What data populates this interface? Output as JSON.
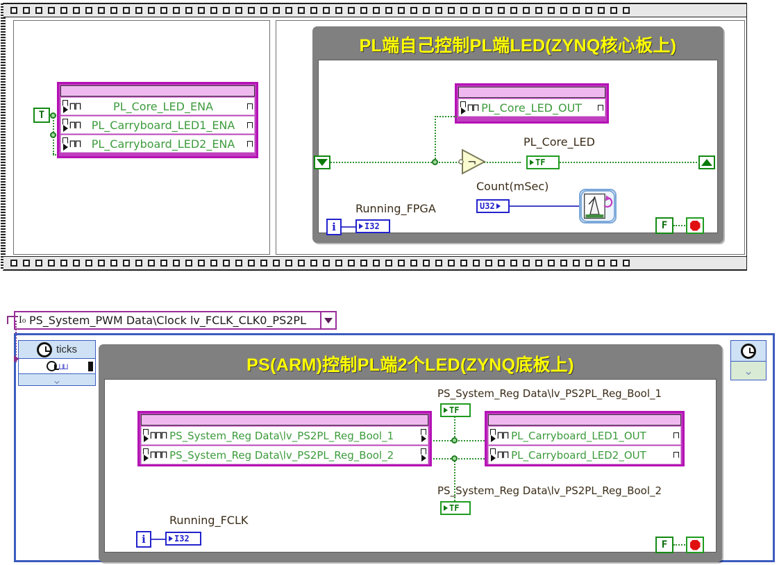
{
  "fpga_diagram": {
    "left_pane": {
      "name": "fpga-io-enable-node",
      "true_constant": "T",
      "io_node": {
        "terminals": [
          {
            "label": "PL_Core_LED_ENA",
            "icon": "digital-waveform-icon"
          },
          {
            "label": "PL_Carryboard_LED1_ENA",
            "icon": "digital-waveform-icon"
          },
          {
            "label": "PL_Carryboard_LED2_ENA",
            "icon": "digital-waveform-icon"
          }
        ]
      }
    },
    "right_pane": {
      "title": "PL端自己控制PL端LED(ZYNQ核心板上)",
      "io_node": {
        "terminals": [
          {
            "label": "PL_Core_LED_OUT",
            "icon": "digital-waveform-icon"
          }
        ]
      },
      "indicator_label": "PL_Core_LED",
      "indicator_type": "TF",
      "not_gate": "not-gate",
      "count_label": "Count(mSec)",
      "count_type": "U32",
      "running_label": "Running_FPGA",
      "running_type": "I32",
      "iteration_terminal": "i",
      "stop_constant": "F",
      "timer_icon": "loop-timer-metronome-icon",
      "tunnel_in": "tunnel-down-icon",
      "tunnel_out": "tunnel-up-icon"
    }
  },
  "clock_selector": {
    "name": "fpga-clock-selector",
    "icon": "io-item-icon",
    "value": "PS_System_PWM Data\\Clock lv_FCLK_CLK0_PS2PL",
    "dropdown": "chevron-down-icon"
  },
  "timed_loop": {
    "title": "PS(ARM)控制PL端2个LED(ZYNQ底板上)",
    "left_timing_node": {
      "icon": "clock-icon",
      "ticks_label": "ticks",
      "row2_icon": "stopwatch-waveform-icon"
    },
    "right_timing_node": {
      "icon": "clock-icon"
    },
    "input_io_node": {
      "terminals": [
        {
          "label": "PS_System_Reg Data\\lv_PS2PL_Reg_Bool_1",
          "icon": "digital-register-icon"
        },
        {
          "label": "PS_System_Reg Data\\lv_PS2PL_Reg_Bool_2",
          "icon": "digital-register-icon"
        }
      ]
    },
    "output_io_node": {
      "terminals": [
        {
          "label": "PL_Carryboard_LED1_OUT",
          "icon": "digital-waveform-icon"
        },
        {
          "label": "PL_Carryboard_LED2_OUT",
          "icon": "digital-waveform-icon"
        }
      ]
    },
    "indicator_top_label": "PS_System_Reg Data\\lv_PS2PL_Reg_Bool_1",
    "indicator_top_type": "TF",
    "indicator_bottom_label": "PS_System_Reg Data\\lv_PS2PL_Reg_Bool_2",
    "indicator_bottom_type": "TF",
    "running_label": "Running_FCLK",
    "running_type": "I32",
    "iteration_terminal": "i",
    "stop_constant": "F"
  },
  "colors": {
    "structure_gray": "#808080",
    "title_yellow": "#ffff00",
    "io_node_pink": "#bf3fbf",
    "io_label_green": "#3d9b3d",
    "bool_wire_green": "#2c8f2c",
    "numeric_blue": "#2222cc",
    "loop_border_blue": "#3b5bbf",
    "stop_red": "#e01010"
  }
}
